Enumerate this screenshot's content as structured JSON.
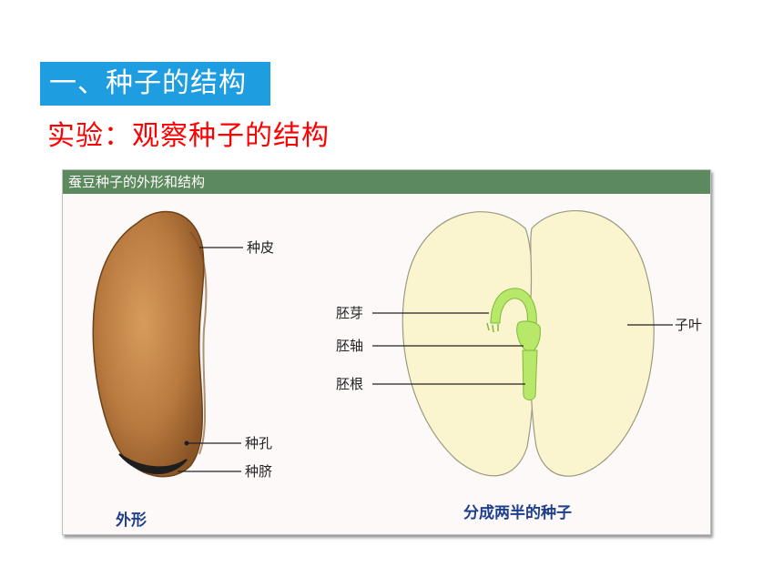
{
  "header": {
    "section_title": "一、种子的结构"
  },
  "subtitle": "实验：观察种子的结构",
  "figure": {
    "title": "蚕豆种子的外形和结构",
    "labels": {
      "seed_coat": "种皮",
      "micropyle": "种孔",
      "hilum": "种脐",
      "plumule": "胚芽",
      "hypocotyl": "胚轴",
      "radicle": "胚根",
      "cotyledon": "子叶"
    },
    "captions": {
      "exterior": "外形",
      "split_seed": "分成两半的种子"
    }
  },
  "colors": {
    "header_bg": "#1e9ee0",
    "subtitle_text": "#ff0000",
    "figure_bar": "#5c8a5e",
    "seed_coat": "#b87a3e",
    "cotyledon": "#fbf5cf",
    "embryo": "#b8e86a"
  }
}
